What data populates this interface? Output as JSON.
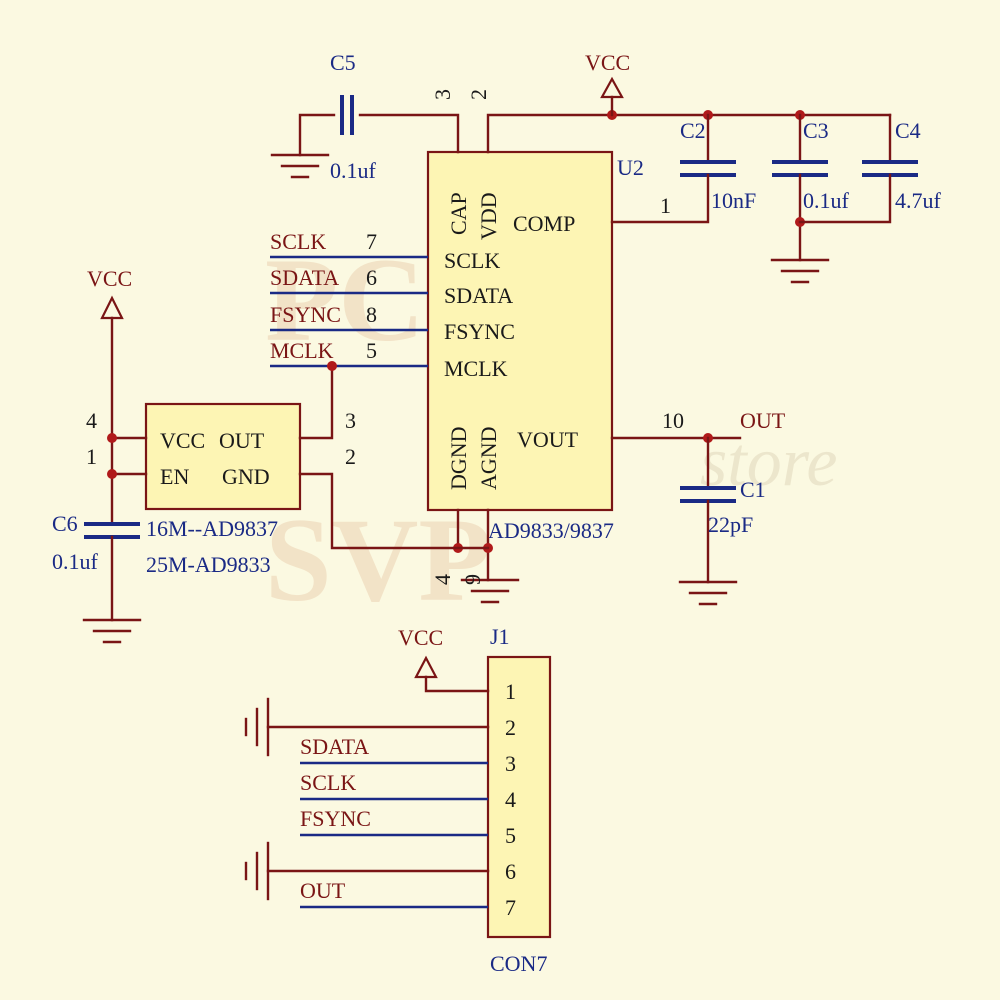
{
  "watermark": {
    "mark": "PC",
    "mark2": "SVP",
    "script": "store"
  },
  "u2": {
    "ref": "U2",
    "part": "AD9833/9837",
    "rotated": [
      "CAP",
      "VDD",
      "DGND",
      "AGND"
    ],
    "left_pins": [
      "SCLK",
      "SDATA",
      "FSYNC",
      "MCLK"
    ],
    "comp": "COMP",
    "vout": "VOUT",
    "pin_cap": "3",
    "pin_vdd": "2",
    "pin_comp": "1",
    "pin_vout": "10",
    "pin_dgnd": "4",
    "pin_agnd": "9"
  },
  "nets_left": [
    {
      "name": "SCLK",
      "pin": "7"
    },
    {
      "name": "SDATA",
      "pin": "6"
    },
    {
      "name": "FSYNC",
      "pin": "8"
    },
    {
      "name": "MCLK",
      "pin": "5"
    }
  ],
  "osc": {
    "vcc": "VCC",
    "out": "OUT",
    "en": "EN",
    "gnd": "GND",
    "pin_vcc": "4",
    "pin_en": "1",
    "pin_out": "3",
    "pin_gnd": "2",
    "note1": "16M--AD9837",
    "note2": "25M-AD9833"
  },
  "power": {
    "vcc_label": "VCC"
  },
  "caps": {
    "c5": {
      "ref": "C5",
      "value": "0.1uf"
    },
    "c2": {
      "ref": "C2",
      "value": "10nF"
    },
    "c3": {
      "ref": "C3",
      "value": "0.1uf"
    },
    "c4": {
      "ref": "C4",
      "value": "4.7uf"
    },
    "c1": {
      "ref": "C1",
      "value": "22pF"
    },
    "c6": {
      "ref": "C6",
      "value": "0.1uf"
    }
  },
  "out_label": "OUT",
  "j1": {
    "ref": "J1",
    "part": "CON7",
    "pins": [
      "1",
      "2",
      "3",
      "4",
      "5",
      "6",
      "7"
    ],
    "nets": [
      "SDATA",
      "SCLK",
      "FSYNC",
      "OUT"
    ]
  }
}
